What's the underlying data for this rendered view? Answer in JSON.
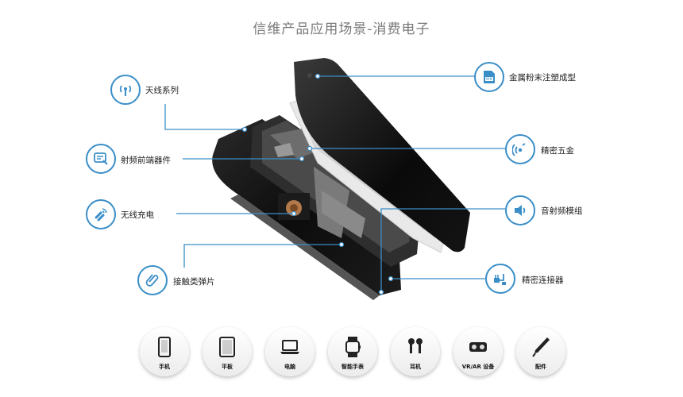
{
  "title": "信维产品应用场景-消费电子",
  "callouts_left": [
    {
      "label": "天线系列",
      "icon": "antenna-icon"
    },
    {
      "label": "射频前端器件",
      "icon": "rf-frontend-icon"
    },
    {
      "label": "无线充电",
      "icon": "wireless-charging-icon"
    },
    {
      "label": "接触类弹片",
      "icon": "paperclip-icon"
    }
  ],
  "callouts_right": [
    {
      "label": "金属粉末注塑成型",
      "icon": "mim-document-icon"
    },
    {
      "label": "精密五金",
      "icon": "precision-hardware-icon"
    },
    {
      "label": "音射频模组",
      "icon": "speaker-icon"
    },
    {
      "label": "精密连接器",
      "icon": "connector-icon"
    }
  ],
  "categories": [
    {
      "label": "手机",
      "icon": "phone-icon"
    },
    {
      "label": "平板",
      "icon": "tablet-icon"
    },
    {
      "label": "电脑",
      "icon": "laptop-icon"
    },
    {
      "label": "智能手表",
      "icon": "smartwatch-icon"
    },
    {
      "label": "耳机",
      "icon": "earphones-icon"
    },
    {
      "label": "VR/AR 设备",
      "icon": "vr-headset-icon"
    },
    {
      "label": "配件",
      "icon": "stylus-icon"
    }
  ],
  "accent_color": "#3a8ec8",
  "mim_badge": "MIM"
}
